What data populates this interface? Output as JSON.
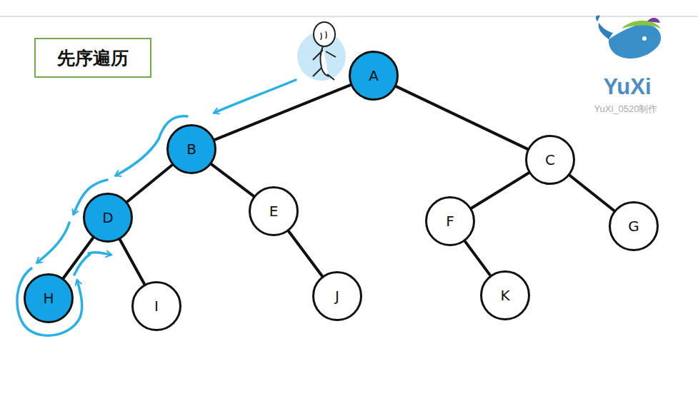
{
  "diagram": {
    "nodes": [
      {
        "text": [
          "先序遍历"
        ]
      },
      {
        "text": [
          "A"
        ]
      },
      {
        "text": [
          "B"
        ]
      },
      {
        "text": [
          "C"
        ]
      },
      {
        "text": [
          "D"
        ]
      },
      {
        "text": [
          "E"
        ]
      },
      {
        "text": [
          "F"
        ]
      },
      {
        "text": [
          "G"
        ]
      },
      {
        "text": [
          "H"
        ]
      },
      {
        "text": [
          "I"
        ]
      },
      {
        "text": [
          "J"
        ]
      },
      {
        "text": [
          "K"
        ]
      }
    ],
    "edges": [
      {
        "from": 1,
        "to": 2,
        "arrow": "none"
      },
      {
        "from": 1,
        "to": 3,
        "arrow": "none"
      },
      {
        "from": 2,
        "to": 4,
        "arrow": "none"
      },
      {
        "from": 2,
        "to": 5,
        "arrow": "none"
      },
      {
        "from": 3,
        "to": 6,
        "arrow": "none"
      },
      {
        "from": 3,
        "to": 7,
        "arrow": "none"
      },
      {
        "from": 4,
        "to": 8,
        "arrow": "none"
      },
      {
        "from": 4,
        "to": 9,
        "arrow": "none"
      },
      {
        "from": 5,
        "to": 10,
        "arrow": "none"
      },
      {
        "from": 6,
        "to": 11,
        "arrow": "none"
      }
    ],
    "labels": [
      "YuXi",
      "YuXi_0520制作"
    ]
  }
}
